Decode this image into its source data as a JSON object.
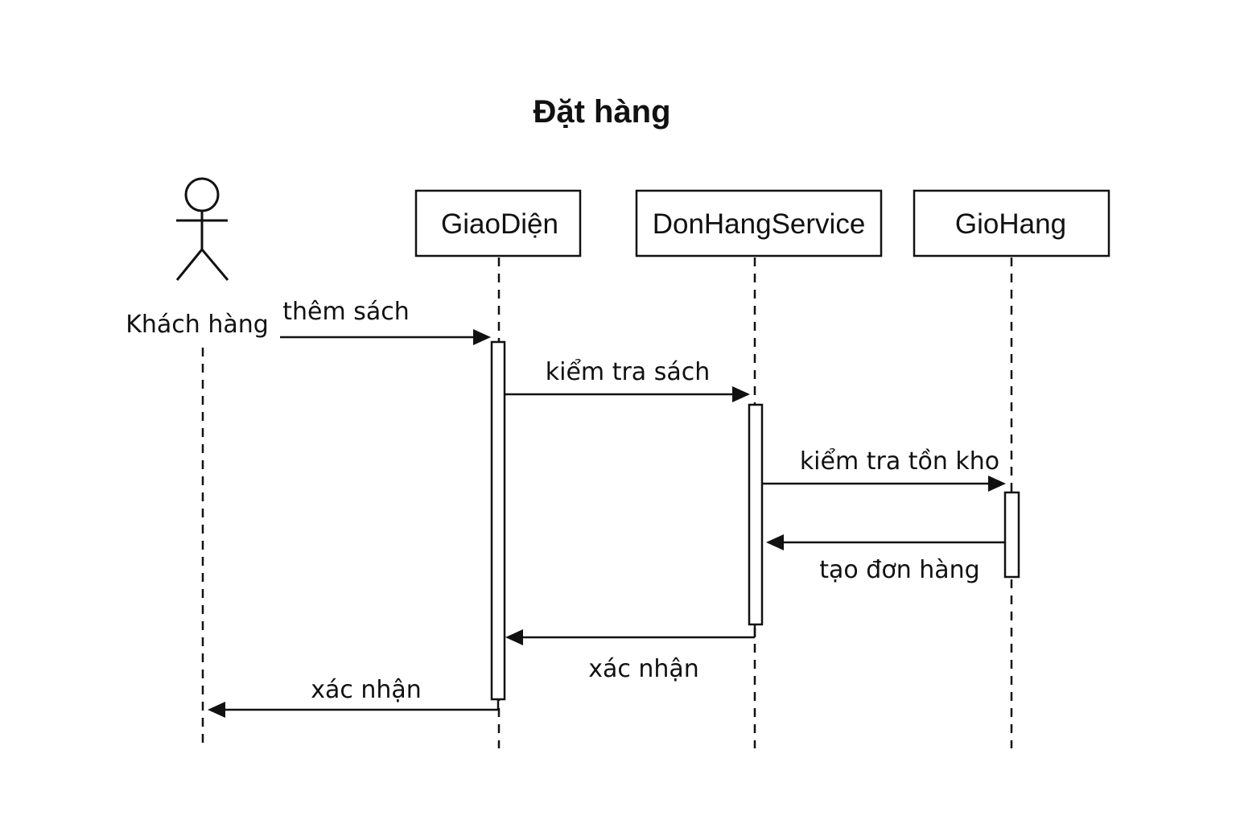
{
  "diagram": {
    "title": "Đặt hàng",
    "actor": {
      "name": "Khách hàng"
    },
    "participants": [
      {
        "id": "giaodien",
        "label": "GiaoDiện"
      },
      {
        "id": "donhang",
        "label": "DonHangService"
      },
      {
        "id": "giohang",
        "label": "GioHang"
      }
    ],
    "messages": [
      {
        "from": "actor",
        "to": "giaodien",
        "label": "thêm sách"
      },
      {
        "from": "giaodien",
        "to": "donhang",
        "label": "kiểm tra sách"
      },
      {
        "from": "donhang",
        "to": "giohang",
        "label": "kiểm tra tồn kho"
      },
      {
        "from": "giohang",
        "to": "donhang",
        "label": "tạo đơn hàng"
      },
      {
        "from": "donhang",
        "to": "giaodien",
        "label": "xác nhận"
      },
      {
        "from": "giaodien",
        "to": "actor",
        "label": "xác nhận"
      }
    ]
  }
}
